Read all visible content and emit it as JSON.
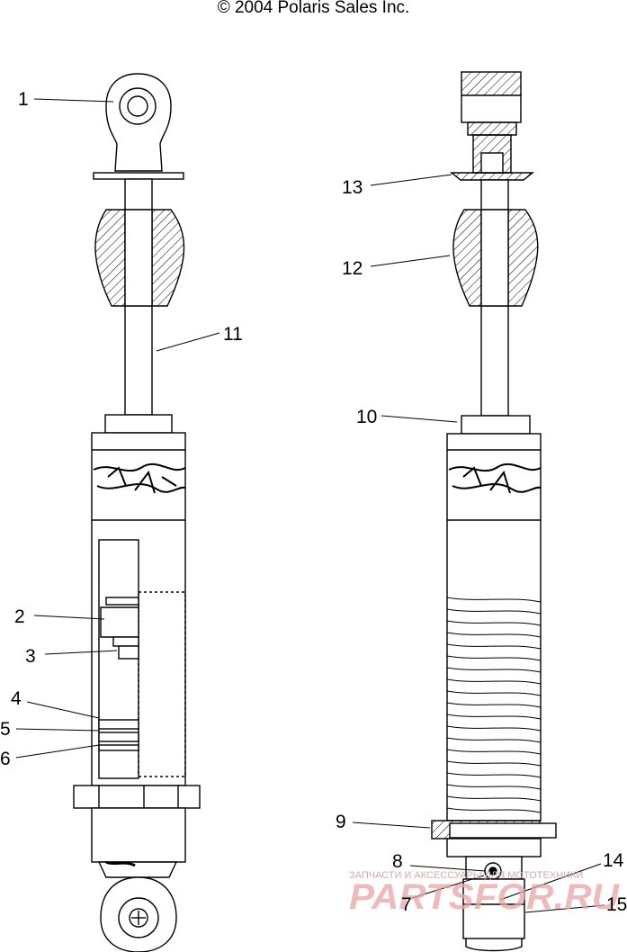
{
  "copyright": "© 2004 Polaris Sales Inc.",
  "callouts": [
    {
      "id": "1",
      "label": "1"
    },
    {
      "id": "2",
      "label": "2"
    },
    {
      "id": "3",
      "label": "3"
    },
    {
      "id": "4",
      "label": "4"
    },
    {
      "id": "5",
      "label": "5"
    },
    {
      "id": "6",
      "label": "6"
    },
    {
      "id": "7",
      "label": "7"
    },
    {
      "id": "8",
      "label": "8"
    },
    {
      "id": "9",
      "label": "9"
    },
    {
      "id": "10",
      "label": "10"
    },
    {
      "id": "11",
      "label": "11"
    },
    {
      "id": "12",
      "label": "12"
    },
    {
      "id": "13",
      "label": "13"
    },
    {
      "id": "14",
      "label": "14"
    },
    {
      "id": "15",
      "label": "15"
    }
  ],
  "watermark": {
    "tagline": "ЗАПЧАСТИ И АКСЕССУАРЫ ДЛЯ МОТОТЕХНИКИ",
    "logo": "PARTSFOR.RU"
  }
}
